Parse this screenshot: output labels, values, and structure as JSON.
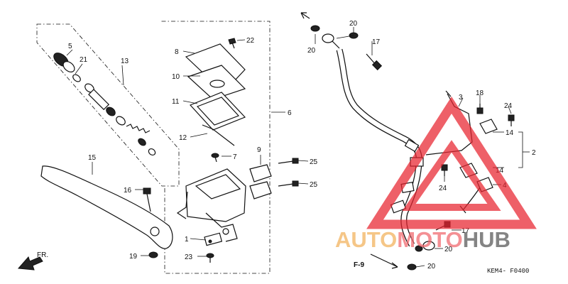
{
  "diagram": {
    "part_numbers": [
      "1",
      "2",
      "3",
      "4",
      "5",
      "6",
      "7",
      "8",
      "9",
      "10",
      "11",
      "12",
      "13",
      "14",
      "15",
      "16",
      "17",
      "18",
      "19",
      "20",
      "21",
      "22",
      "23",
      "24",
      "25"
    ],
    "reference_label": "F-9",
    "front_marker": "FR.",
    "diagram_code": "KEM4-  F0400"
  },
  "watermark": {
    "part1": "AUTO",
    "part2": "MOTO",
    "part3": "HUB",
    "color_auto": "#f2b15a",
    "color_moto": "#f1666c",
    "color_hub": "#555555"
  },
  "colors": {
    "ink": "#111111",
    "triangle": "#e8232f"
  }
}
